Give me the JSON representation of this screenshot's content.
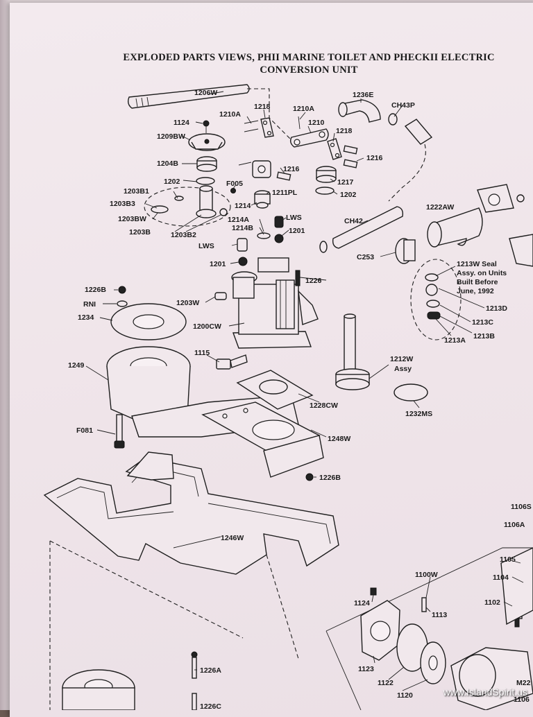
{
  "title": {
    "line1": "EXPLODED PARTS VIEWS, PHII MARINE TOILET AND PHECKII ELECTRIC",
    "line2": "CONVERSION UNIT"
  },
  "watermark": "www.IslandSpirit.us",
  "labels": {
    "p1206W": "1206W",
    "p1124": "1124",
    "p1210A_a": "1210A",
    "p1218_a": "1218",
    "p1210A_b": "1210A",
    "p1236E": "1236E",
    "p1210": "1210",
    "pCH43P": "CH43P",
    "p1209BW": "1209BW",
    "p1218_b": "1218",
    "p1216_a": "1216",
    "p1204B": "1204B",
    "p1216_b": "1216",
    "p1202_a": "1202",
    "pF005": "F005",
    "p1217": "1217",
    "p1211PL": "1211PL",
    "p1202_b": "1202",
    "p1203B1": "1203B1",
    "p1214": "1214",
    "p1222AW": "1222AW",
    "p1203B3": "1203B3",
    "pLWS_a": "LWS",
    "p1203BW": "1203BW",
    "p1214A": "1214A",
    "pCH42": "CH42",
    "p1214B": "1214B",
    "p1201_a": "1201",
    "p1203B": "1203B",
    "p1203B2": "1203B2",
    "pLWS_b": "LWS",
    "pC253": "C253",
    "p1201_b": "1201",
    "p1213W_1": "1213W Seal",
    "p1213W_2": "Assy. on Units",
    "p1213W_3": "Built Before",
    "p1213W_4": "June, 1992",
    "p1226": "1226",
    "p1226B_a": "1226B",
    "p1213D": "1213D",
    "pRNI": "RNI",
    "p1203W": "1203W",
    "p1213C": "1213C",
    "p1234": "1234",
    "p1213A": "1213A",
    "p1213B": "1213B",
    "p1200CW": "1200CW",
    "p1115": "1115",
    "p1212W_1": "1212W",
    "p1212W_2": "Assy",
    "p1249": "1249",
    "p1228CW": "1228CW",
    "p1232MS": "1232MS",
    "pF081": "F081",
    "p1248W": "1248W",
    "p1226B_b": "1226B",
    "p1106S": "1106S",
    "p1106A": "1106A",
    "p1246W": "1246W",
    "p1105": "1105",
    "p1100W": "1100W",
    "p1104": "1104",
    "p1124_b": "1124",
    "p1102": "1102",
    "p1113": "1113",
    "p1123": "1123",
    "p1122": "1122",
    "p1120": "1120",
    "p1226A": "1226A",
    "p1226C": "1226C",
    "pM22": "M22",
    "p1106": "1106"
  }
}
